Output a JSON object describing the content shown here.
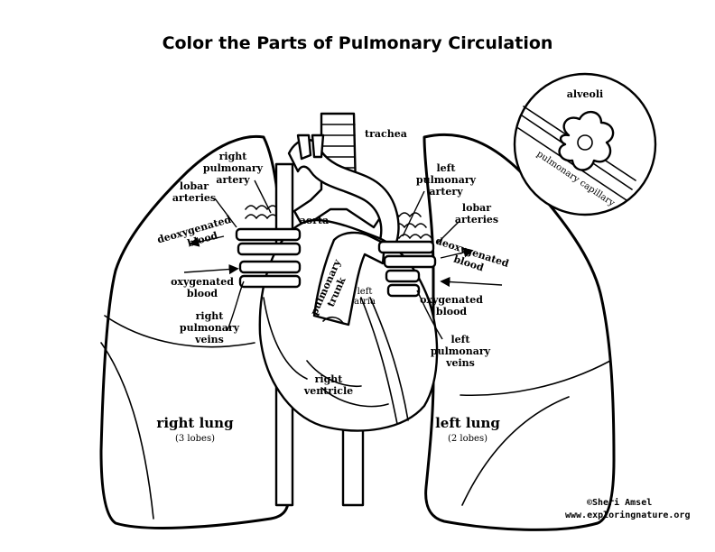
{
  "title": "Color the Parts of Pulmonary Circulation",
  "labels": {
    "trachea": "trachea",
    "alveoli": "alveoli",
    "pulmonary_capillary": "pulmonary capillary",
    "right_pulmonary_artery": [
      "right",
      "pulmonary",
      "artery"
    ],
    "left_pulmonary_artery": [
      "left",
      "pulmonary",
      "artery"
    ],
    "lobar_arteries_right": [
      "lobar",
      "arteries"
    ],
    "lobar_arteries_left": [
      "lobar",
      "arteries"
    ],
    "aorta": "aorta",
    "deoxygenated_blood_right": [
      "deoxygenated",
      "blood"
    ],
    "deoxygenated_blood_left": [
      "deoxygenated",
      "blood"
    ],
    "oxygenated_blood_right": [
      "oxygenated",
      "blood"
    ],
    "oxygenated_blood_left": [
      "oxygenated",
      "blood"
    ],
    "pulmonary_trunk": [
      "pulmonary",
      "trunk"
    ],
    "left_atria": [
      "left",
      "atria"
    ],
    "right_pulmonary_veins": [
      "right",
      "pulmonary",
      "veins"
    ],
    "left_pulmonary_veins": [
      "left",
      "pulmonary",
      "veins"
    ],
    "right_ventricle": [
      "right",
      "ventricle"
    ],
    "right_lung": "right lung",
    "right_lung_lobes": "(3 lobes)",
    "left_lung": "left lung",
    "left_lung_lobes": "(2 lobes)"
  },
  "credit": {
    "author": "©Sheri Amsel",
    "site": "www.exploringnature.org"
  }
}
